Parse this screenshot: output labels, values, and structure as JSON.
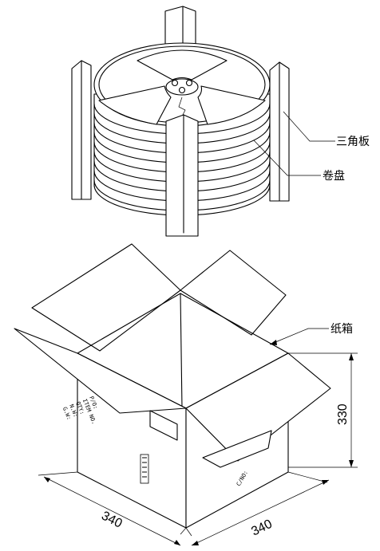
{
  "labels": {
    "corner_board": "三角板",
    "reel": "卷盘",
    "carton": "纸箱"
  },
  "dimensions": {
    "width": "340",
    "depth": "340",
    "height": "330"
  },
  "carton_markings": {
    "left_face": [
      "P/O:",
      "ITEM NO.",
      "QTY:",
      "N.W:",
      "G.W:"
    ],
    "carton_no": "C/NO:"
  }
}
